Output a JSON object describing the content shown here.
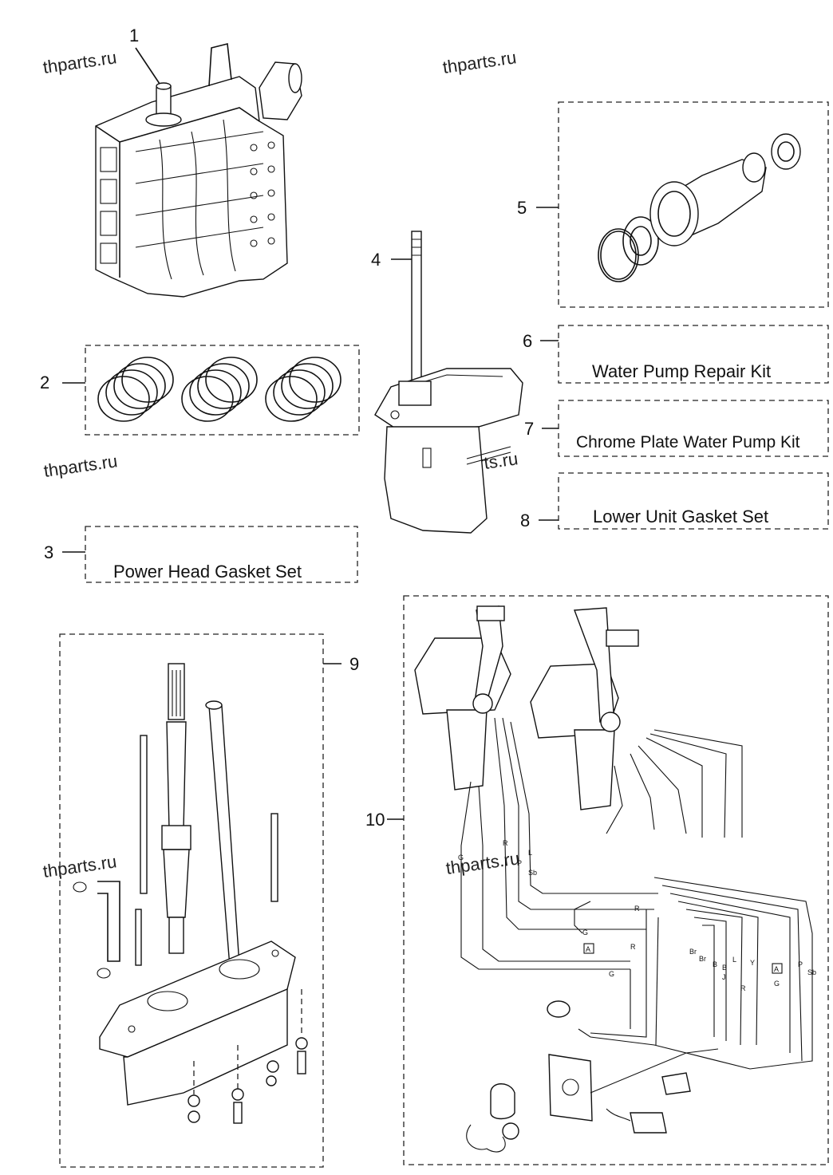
{
  "watermarks": [
    "thparts.ru",
    "thparts.ru",
    "thparts.ru",
    "thparts.ru",
    "thparts.ru",
    "thparts.ru"
  ],
  "callouts": {
    "c1": "1",
    "c2": "2",
    "c3": "3",
    "c4": "4",
    "c5": "5",
    "c6": "6",
    "c7": "7",
    "c8": "8",
    "c9": "9",
    "c10": "10"
  },
  "kits": {
    "power_head_gasket_set": "Power Head Gasket Set",
    "water_pump_repair_kit": "Water Pump Repair Kit",
    "chrome_plate_water_pump_kit": "Chrome Plate Water Pump Kit",
    "lower_unit_gasket_set": "Lower Unit Gasket Set"
  },
  "wire_codes": {
    "g1": "G",
    "r1": "R",
    "p1": "P",
    "l1": "L",
    "sb1": "Sb",
    "g2": "G",
    "a1": "A",
    "r2": "R",
    "r3": "R",
    "g3": "G",
    "br1": "Br",
    "br2": "Br",
    "b1": "B",
    "b2": "B",
    "j1": "J",
    "l2": "L",
    "y1": "Y",
    "r4": "R",
    "a2": "A",
    "g4": "G",
    "p2": "P",
    "sb2": "Sb"
  }
}
